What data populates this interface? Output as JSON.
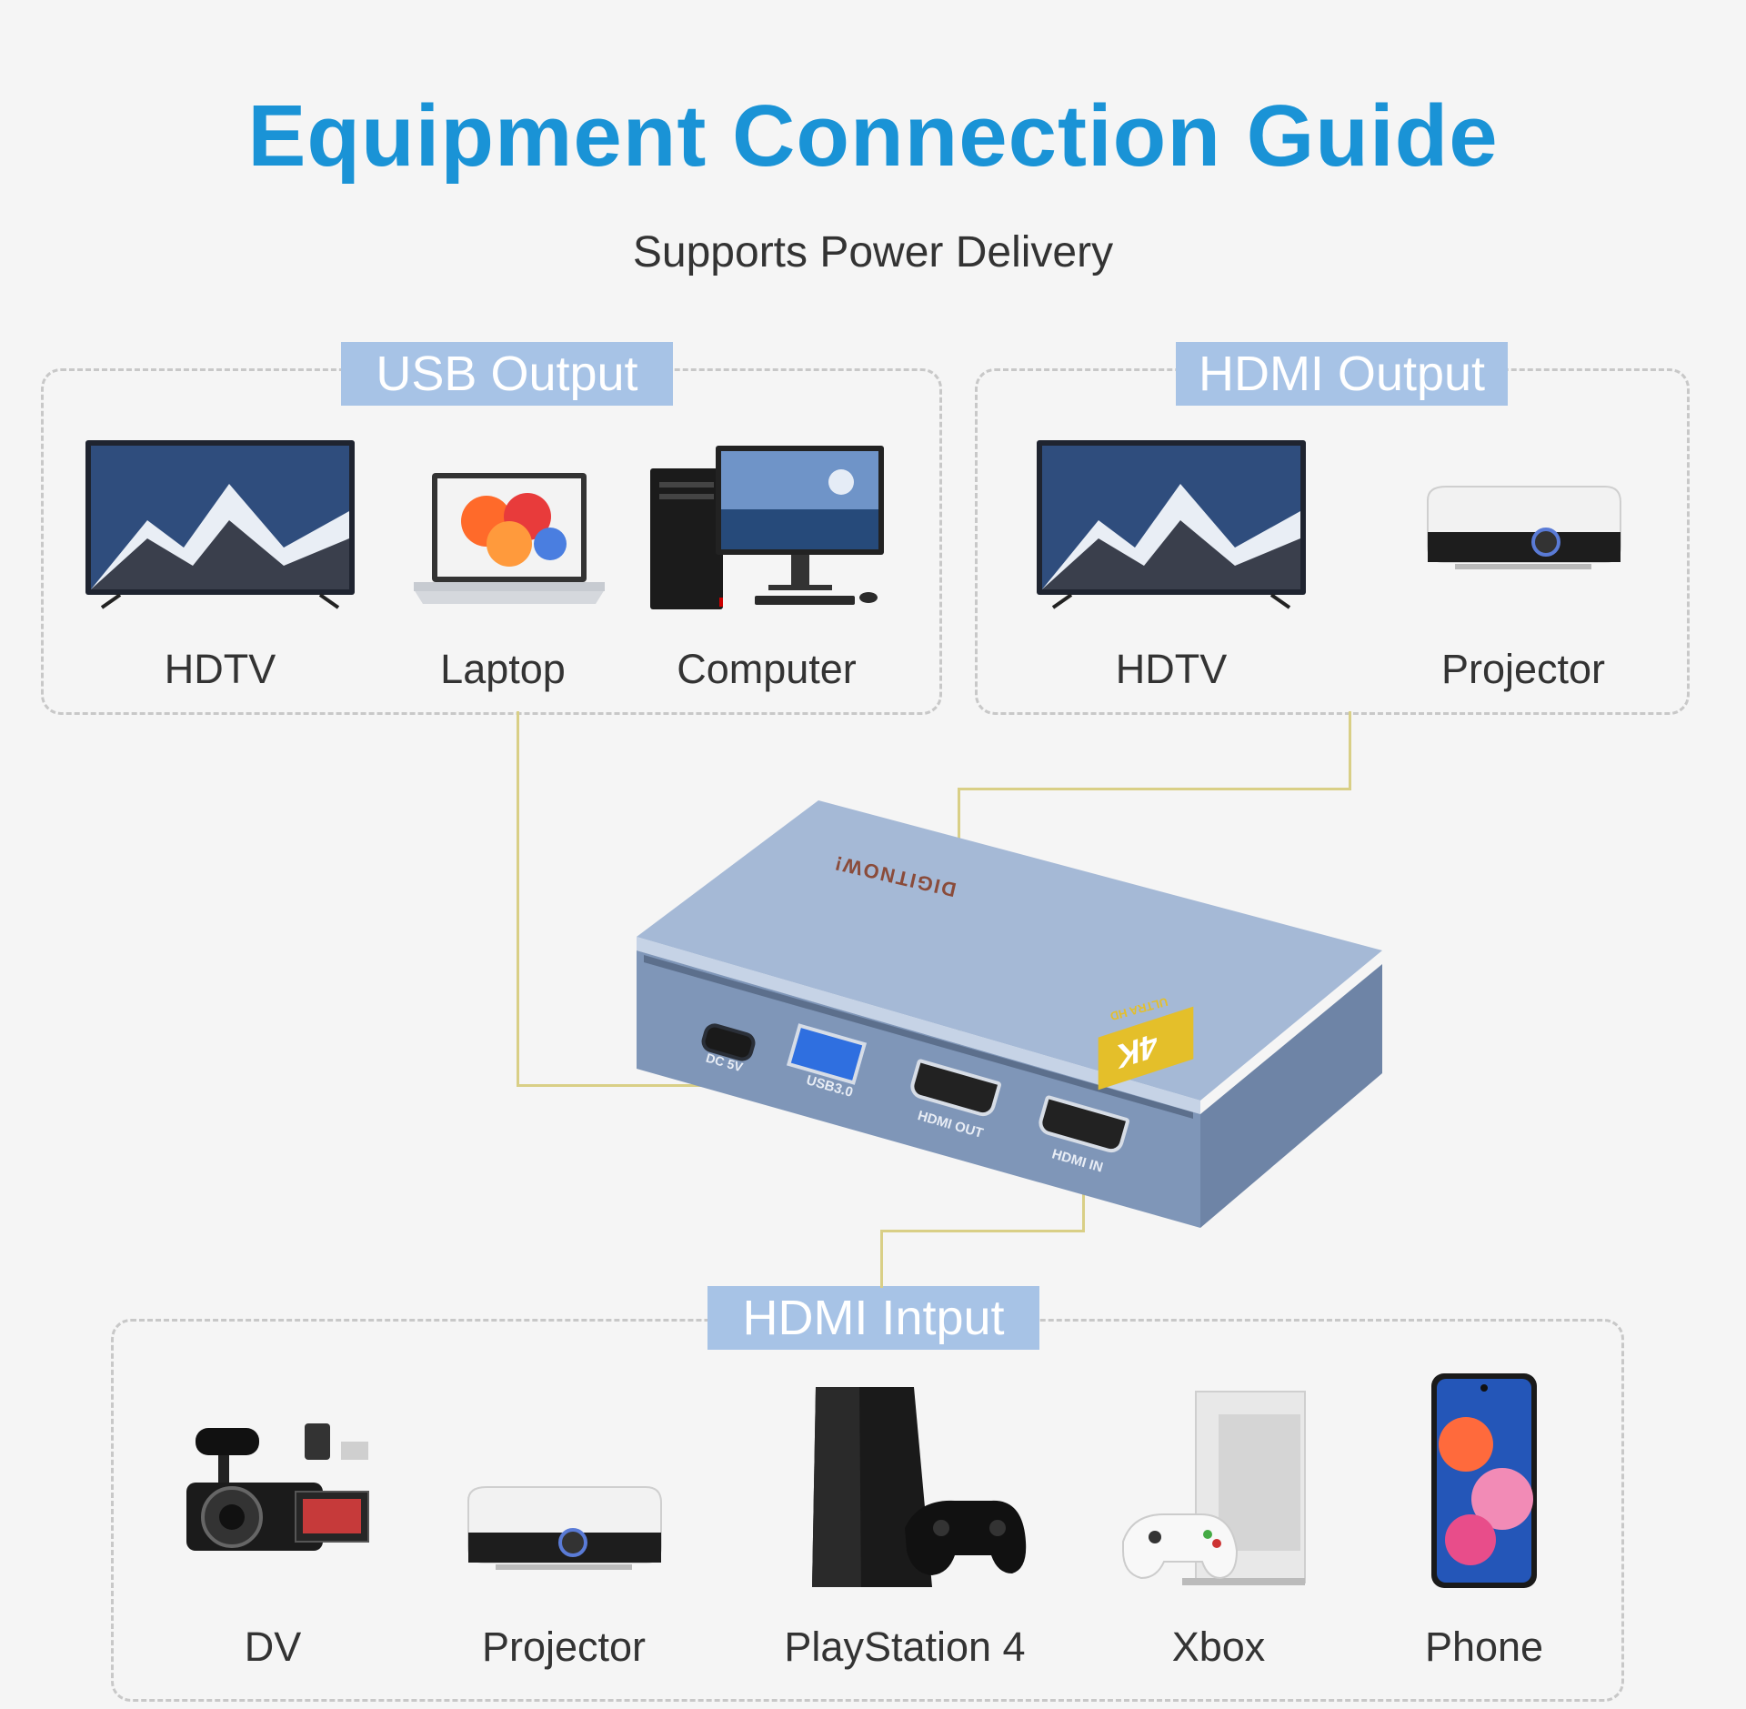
{
  "title": "Equipment Connection Guide",
  "subtitle": "Supports Power Delivery",
  "groups": {
    "usb_output": {
      "label": "USB Output",
      "devices": [
        {
          "label": "HDTV",
          "icon": "tv-icon"
        },
        {
          "label": "Laptop",
          "icon": "laptop-icon"
        },
        {
          "label": "Computer",
          "icon": "desktop-computer-icon"
        }
      ]
    },
    "hdmi_output": {
      "label": "HDMI Output",
      "devices": [
        {
          "label": "HDTV",
          "icon": "tv-icon"
        },
        {
          "label": "Projector",
          "icon": "projector-icon"
        }
      ]
    },
    "hdmi_input": {
      "label": "HDMI Intput",
      "devices": [
        {
          "label": "DV",
          "icon": "camcorder-icon"
        },
        {
          "label": "Projector",
          "icon": "projector-icon"
        },
        {
          "label": "PlayStation 4",
          "icon": "game-console-icon"
        },
        {
          "label": "Xbox",
          "icon": "xbox-console-icon"
        },
        {
          "label": "Phone",
          "icon": "smartphone-icon"
        }
      ]
    }
  },
  "hub": {
    "brand": "DIGITNOW!",
    "badge_big": "4K",
    "badge_small": "ULTRA HD",
    "ports": {
      "dc": "DC 5V",
      "usb": "USB3.0",
      "hdmi_out": "HDMI OUT",
      "hdmi_in": "HDMI IN"
    }
  },
  "colors": {
    "title": "#1a93d6",
    "label_bg": "#a7c3e6",
    "wire": "#d9cf86",
    "hub_body": "#8ea3c2"
  }
}
